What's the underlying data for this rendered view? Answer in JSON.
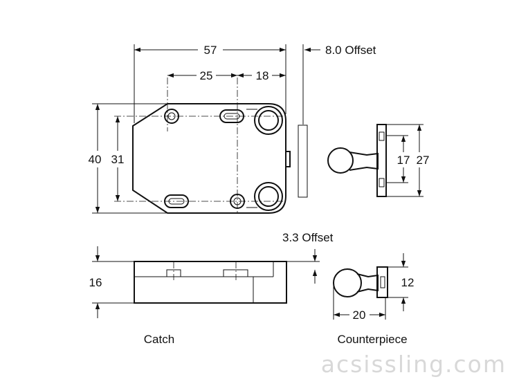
{
  "dimensions": {
    "width_57": "57",
    "hole_spacing_25": "25",
    "edge_18": "18",
    "offset_8": "8.0 Offset",
    "height_40": "40",
    "height_31": "31",
    "counter_17": "17",
    "counter_27": "27",
    "offset_3_3": "3.3 Offset",
    "depth_16": "16",
    "counter_12": "12",
    "counter_20": "20"
  },
  "captions": {
    "catch": "Catch",
    "counterpiece": "Counterpiece"
  },
  "watermark": "acsissling.com",
  "colors": {
    "line": "#111111",
    "watermark": "#d8d8d8",
    "background": "#ffffff"
  }
}
